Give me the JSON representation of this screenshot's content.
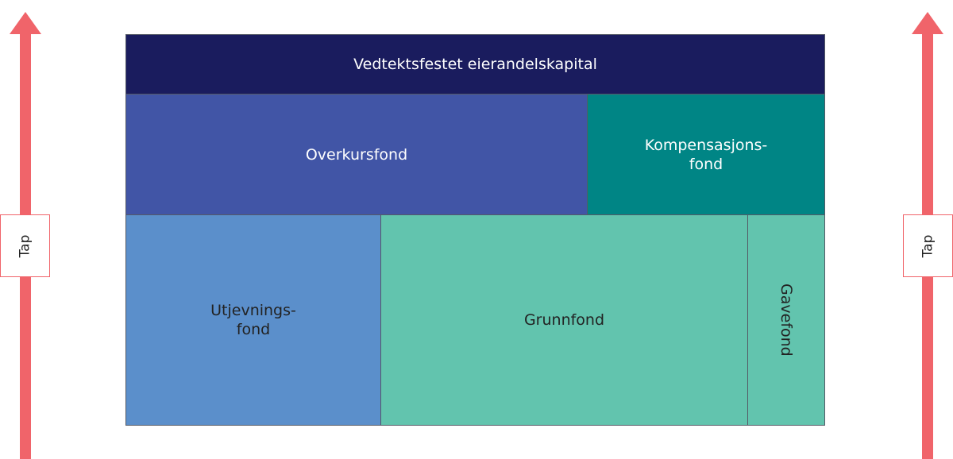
{
  "colors": {
    "arrow": "#f0646a",
    "top_band": "#1a1c5e",
    "overkurs": "#4155a6",
    "kompensasjon": "#008585",
    "utjevning": "#5b8fcb",
    "grunnfond": "#62c4ae",
    "gavefond": "#62c4ae"
  },
  "left_arrow": {
    "label": "Tap"
  },
  "right_arrow": {
    "label": "Tap"
  },
  "blocks": {
    "top": {
      "label": "Vedtektsfestet eierandelskapital"
    },
    "overkursfond": {
      "label": "Overkursfond"
    },
    "kompensasjonsfond": {
      "line1": "Kompensasjons-",
      "line2": "fond"
    },
    "utjevningsfond": {
      "line1": "Utjevnings-",
      "line2": "fond"
    },
    "grunnfond": {
      "label": "Grunnfond"
    },
    "gavefond": {
      "label": "Gavefond"
    }
  }
}
